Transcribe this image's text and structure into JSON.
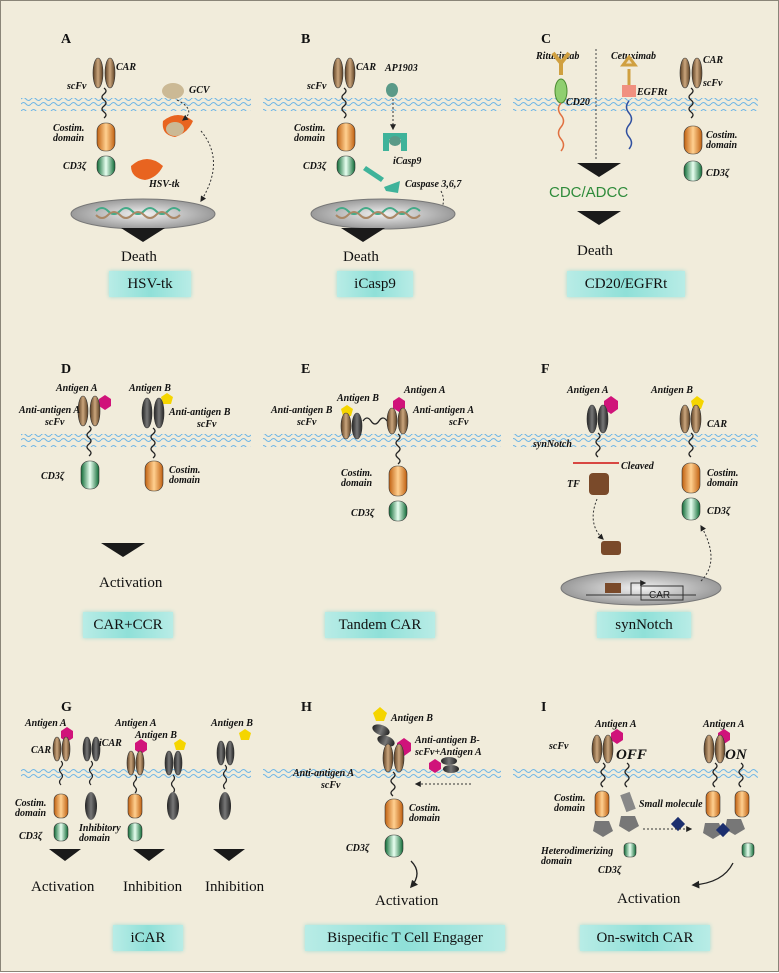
{
  "panels": {
    "A": {
      "letter": "A",
      "title": "HSV-tk",
      "labels": {
        "car": "CAR",
        "scfv": "scFv",
        "costim": "Costim.",
        "domain": "domain",
        "cd3z": "CD3ζ",
        "gcv": "GCV",
        "hsvtk": "HSV-tk",
        "death": "Death"
      }
    },
    "B": {
      "letter": "B",
      "title": "iCasp9",
      "labels": {
        "car": "CAR",
        "scfv": "scFv",
        "ap": "AP1903",
        "costim": "Costim.",
        "domain": "domain",
        "cd3z": "CD3ζ",
        "icasp": "iCasp9",
        "caspase": "Caspase 3,6,7",
        "death": "Death"
      }
    },
    "C": {
      "letter": "C",
      "title": "CD20/EGFRt",
      "labels": {
        "rituximab": "Rituximab",
        "cetuximab": "Cetuximab",
        "cd20": "CD20",
        "egfrt": "EGFRt",
        "car": "CAR",
        "scfv": "scFv",
        "costim": "Costim.",
        "domain": "domain",
        "cd3z": "CD3ζ",
        "cdc": "CDC/ADCC",
        "death": "Death"
      }
    },
    "D": {
      "letter": "D",
      "title": "CAR+CCR",
      "labels": {
        "antigenA": "Antigen A",
        "antigenB": "Antigen B",
        "antiA": "Anti-antigen A",
        "antiB": "Anti-antigen B",
        "scfv": "scFv",
        "cd3z": "CD3ζ",
        "costim": "Costim.",
        "domain": "domain",
        "activation": "Activation"
      }
    },
    "E": {
      "letter": "E",
      "title": "Tandem CAR",
      "labels": {
        "antigenB": "Antigen B",
        "antigenA": "Antigen A",
        "antiB": "Anti-antigen B",
        "antiA": "Anti-antigen A",
        "scfv": "scFv",
        "costim": "Costim.",
        "domain": "domain",
        "cd3z": "CD3ζ"
      }
    },
    "F": {
      "letter": "F",
      "title": "synNotch",
      "labels": {
        "antigenA": "Antigen A",
        "antigenB": "Antigen B",
        "synnotch": "synNotch",
        "car": "CAR",
        "cleaved": "Cleaved",
        "tf": "TF",
        "costim": "Costim.",
        "domain": "domain",
        "cd3z": "CD3ζ",
        "gene": "CAR"
      }
    },
    "G": {
      "letter": "G",
      "title": "iCAR",
      "labels": {
        "antigenA": "Antigen A",
        "antigenB": "Antigen B",
        "car": "CAR",
        "icar": "iCAR",
        "costim": "Costim.",
        "domain": "domain",
        "inhibitory": "Inhibitory",
        "inhdomain": "domain",
        "cd3z": "CD3ζ",
        "activation": "Activation",
        "inhibition1": "Inhibition",
        "inhibition2": "Inhibition"
      }
    },
    "H": {
      "letter": "H",
      "title": "Bispecific T Cell Engager",
      "labels": {
        "antigenB": "Antigen B",
        "engager1": "Anti-antigen B-",
        "engager2": "scFv+Antigen A",
        "antiA": "Anti-antigen A",
        "scfv": "scFv",
        "costim": "Costim.",
        "domain": "domain",
        "cd3z": "CD3ζ",
        "activation": "Activation"
      }
    },
    "I": {
      "letter": "I",
      "title": "On-switch CAR",
      "labels": {
        "antigenA1": "Antigen A",
        "antigenA2": "Antigen A",
        "scfv": "scFv",
        "off": "OFF",
        "on": "ON",
        "costim": "Costim.",
        "domain": "domain",
        "small": "Small molecule",
        "hetero1": "Heterodimerizing",
        "hetero2": "domain",
        "cd3z": "CD3ζ",
        "activation": "Activation"
      }
    }
  },
  "colors": {
    "background": "#f1ecdb",
    "membrane": "#6fb6e6",
    "tag": "#8fe0d8",
    "costim": "#f0a030",
    "cd3z": "#2f9a55",
    "scfvBrown": "#8b6a45",
    "antigenA": "#d0137a",
    "antigenB": "#f5d500",
    "cdc": "#2e8b3a",
    "enzyme": "#e86420"
  }
}
